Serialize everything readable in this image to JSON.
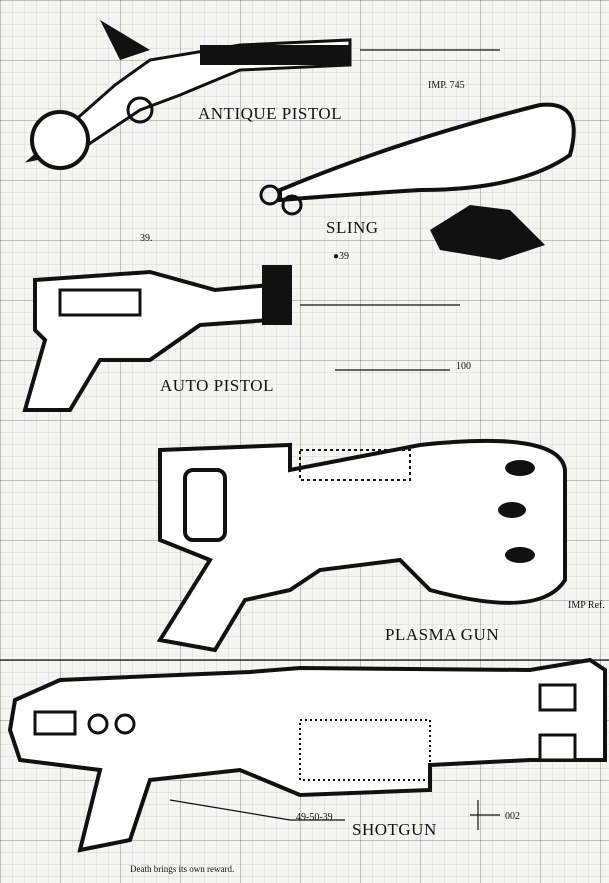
{
  "weapons": [
    {
      "name": "ANTIQUE PISTOL"
    },
    {
      "name": "SLING"
    },
    {
      "name": "AUTO PISTOL"
    },
    {
      "name": "PLASMA GUN"
    },
    {
      "name": "SHOTGUN"
    }
  ],
  "references": {
    "imp745": "IMP. 745",
    "n39a": "39.",
    "n39b": "●39",
    "n100": "100",
    "impref": "IMP Ref.",
    "n495039": "49-50-39",
    "n002": "002"
  },
  "caption": "Death brings its own reward."
}
